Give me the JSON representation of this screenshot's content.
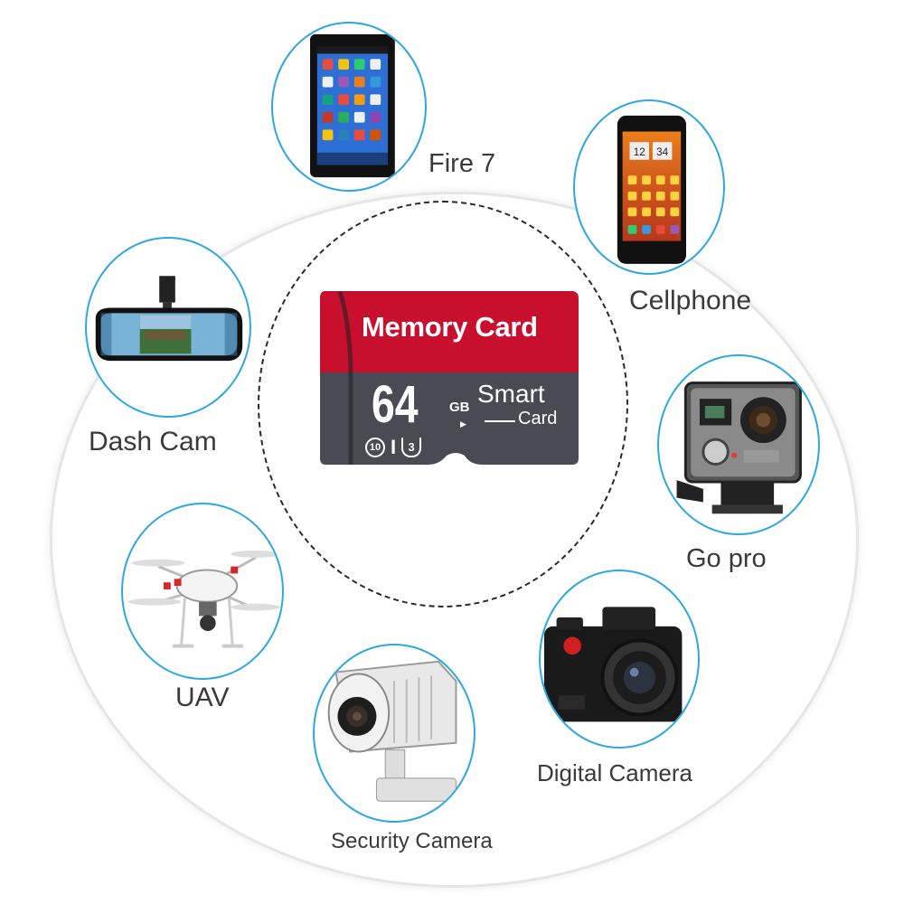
{
  "card": {
    "title": "Memory Card",
    "capacity": "64",
    "unit": "GB",
    "arrow": "▶",
    "brand_line1": "Smart",
    "brand_line2": "Card",
    "speed_class": "10",
    "bus_class": "I",
    "uhs_class": "3",
    "colors": {
      "top": "#c8102e",
      "bottom": "#4a4a54"
    }
  },
  "devices": [
    {
      "id": "fire7",
      "label": "Fire 7",
      "icon": "tablet-icon"
    },
    {
      "id": "cellphone",
      "label": "Cellphone",
      "icon": "smartphone-icon"
    },
    {
      "id": "gopro",
      "label": "Go pro",
      "icon": "action-camera-icon"
    },
    {
      "id": "digital",
      "label": "Digital Camera",
      "icon": "digital-camera-icon"
    },
    {
      "id": "security",
      "label": "Security Camera",
      "icon": "security-camera-icon"
    },
    {
      "id": "uav",
      "label": "UAV",
      "icon": "drone-icon"
    },
    {
      "id": "dashcam",
      "label": "Dash Cam",
      "icon": "dash-cam-mirror-icon"
    }
  ],
  "phone_clock": {
    "hour": "12",
    "minute": "34"
  },
  "accent_color": "#2ea7e0"
}
